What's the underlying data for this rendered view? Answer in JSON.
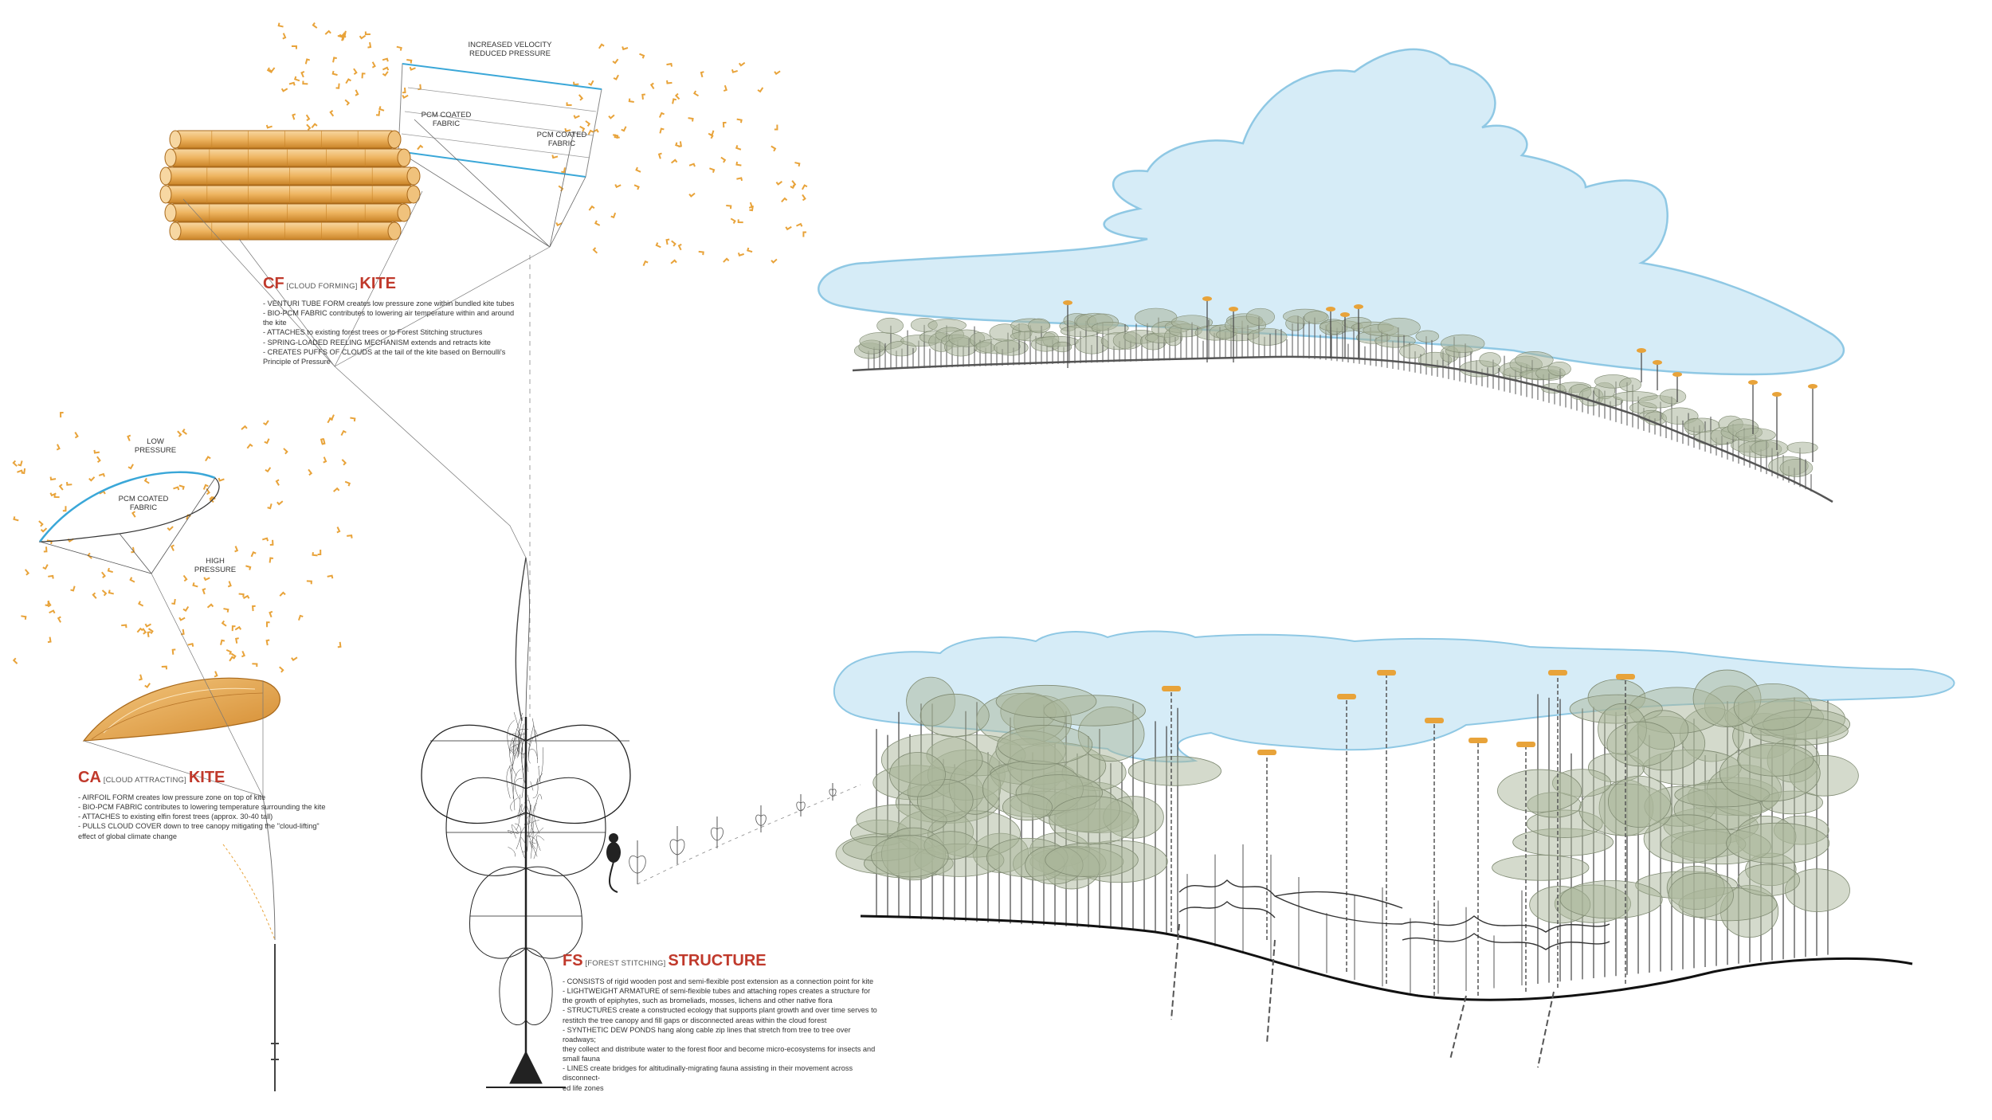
{
  "labels": {
    "cf_flow": "INCREASED VELOCITY\nREDUCED PRESSURE",
    "cf_fabric_left": "PCM COATED\nFABRIC",
    "cf_fabric_right": "PCM COATED\nFABRIC",
    "ca_low": "LOW\nPRESSURE",
    "ca_fabric": "PCM COATED\nFABRIC",
    "ca_high": "HIGH\nPRESSURE"
  },
  "cf": {
    "code": "CF",
    "sub": " [CLOUD FORMING] ",
    "kind": "KITE",
    "items": [
      "- VENTURI TUBE FORM creates low pressure zone within bundled kite tubes",
      "- BIO-PCM FABRIC contributes to lowering air temperature within and around",
      "  the kite",
      "- ATTACHES to existing forest trees or to Forest Stitching structures",
      "- SPRING-LOADED REELING MECHANISM extends and retracts kite",
      "- CREATES PUFFS OF CLOUDS at the tail of the kite based on Bernoulli's",
      "  Principle of Pressure"
    ]
  },
  "ca": {
    "code": "CA",
    "sub": " [CLOUD ATTRACTING] ",
    "kind": "KITE",
    "items": [
      "- AIRFOIL FORM creates low pressure zone on top of kite",
      "- BIO-PCM FABRIC contributes to lowering temperature surrounding the kite",
      "- ATTACHES to existing elfin forest trees (approx. 30-40 tall)",
      "- PULLS CLOUD COVER down to tree canopy mitigating the \"cloud-lifting\"",
      "  effect of global climate change"
    ]
  },
  "fs": {
    "code": "FS",
    "sub": " [FOREST STITCHING] ",
    "kind": "STRUCTURE",
    "items": [
      "- CONSISTS of rigid wooden post and semi-flexible post extension as a connection point for kite",
      "- LIGHTWEIGHT ARMATURE of semi-flexible tubes and attaching ropes creates a structure for",
      "  the growth of epiphytes, such as bromeliads, mosses, lichens and other native flora",
      "- STRUCTURES create a constructed ecology that supports plant growth and over time serves to",
      "  restitch the tree canopy and fill gaps or disconnected areas within the cloud forest",
      "- SYNTHETIC DEW PONDS hang along cable zip lines that stretch from tree to tree over roadways;",
      "  they collect and distribute water to the forest floor and become micro-ecosystems for insects and",
      "  small fauna",
      "- LINES create bridges for altitudinally-migrating fauna assisting in their movement across disconnect-",
      "  ed life zones"
    ]
  },
  "colors": {
    "accent_red": "#c0392b",
    "kite_orange": "#e8a33a",
    "cloud_fill": "#d6ecf7",
    "cloud_stroke": "#8fc8e4",
    "tree_fill": "#a9b59a",
    "wind_mark": "#e8a33a"
  }
}
